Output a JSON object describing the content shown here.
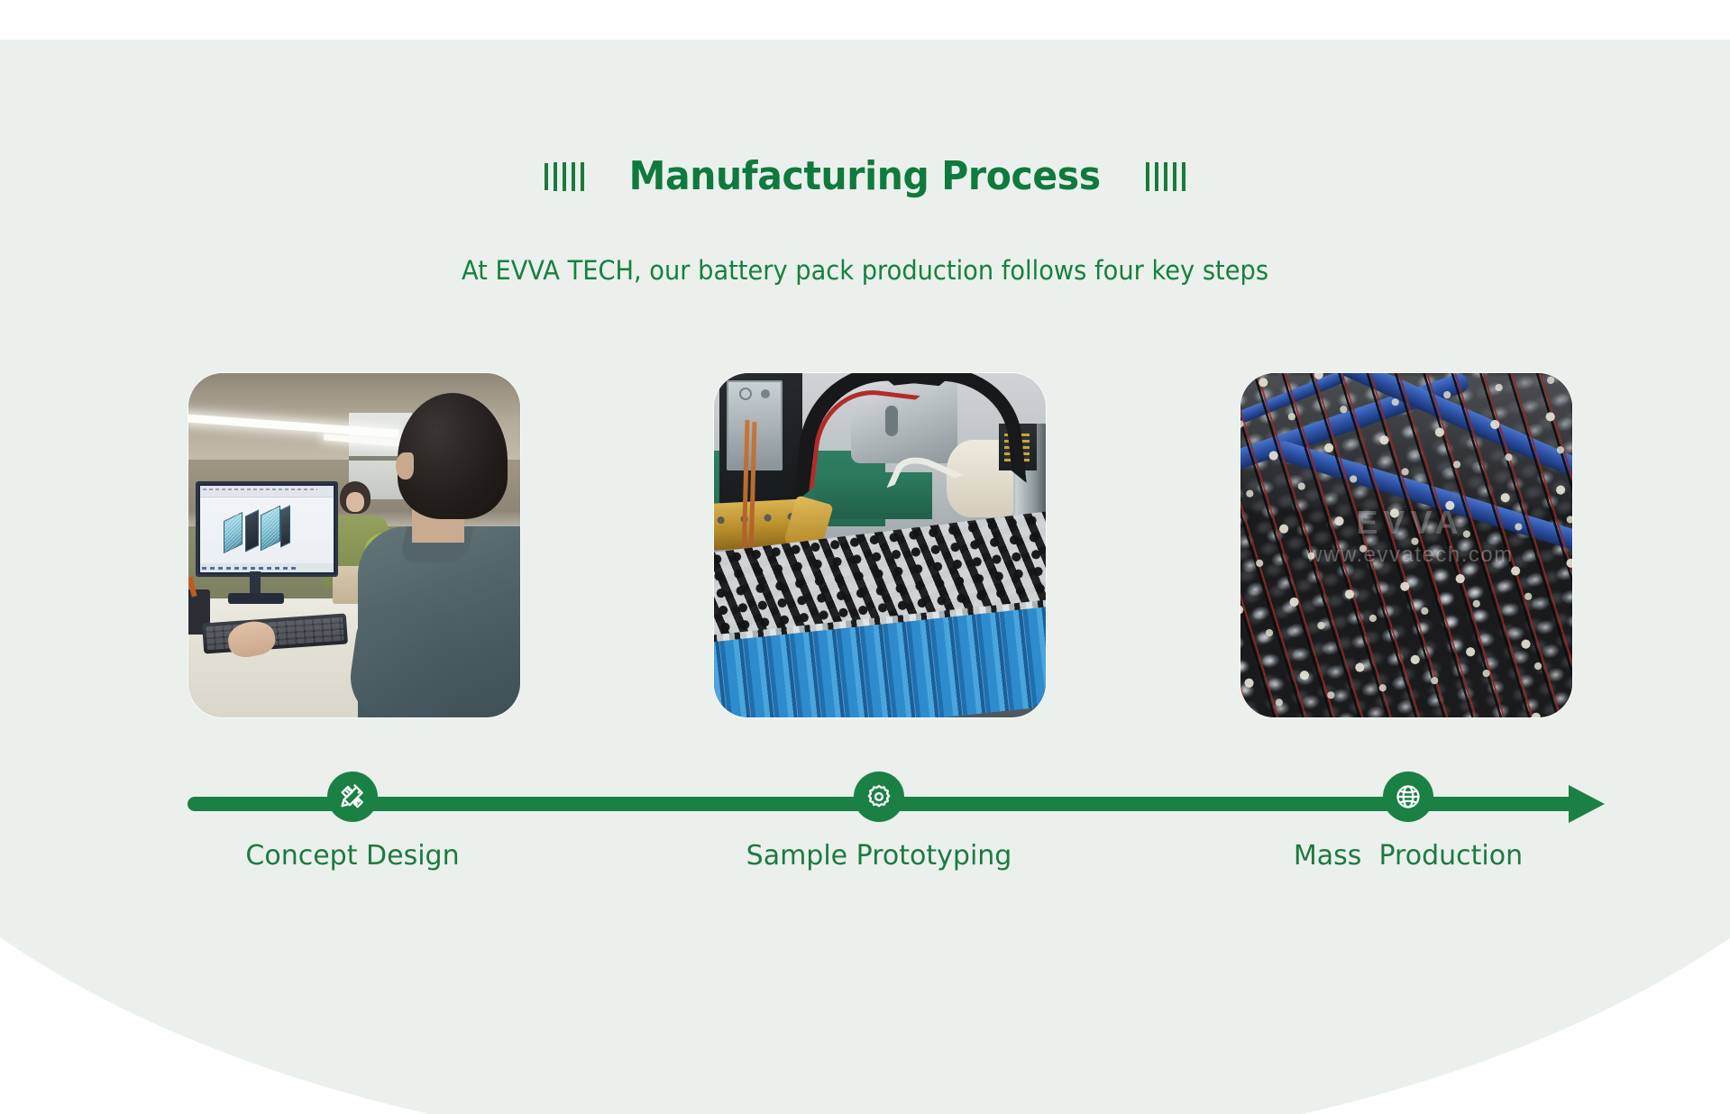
{
  "header": {
    "title": "Manufacturing Process",
    "subtitle": "At EVVA TECH, our battery pack production follows four key steps",
    "tick_count": 5,
    "title_color": "#0f7a3d",
    "subtitle_color": "#16803f"
  },
  "theme": {
    "page_background": "#ffffff",
    "panel_background": "#ebf0ec",
    "accent_green": "#1b8044",
    "text_green": "#1d7a3f"
  },
  "steps": [
    {
      "id": "concept-design",
      "label": "Concept Design",
      "icon": "pencil-ruler-icon",
      "image_alt": "Engineer at desk reviewing a 3D CAD battery module on a monitor in an office"
    },
    {
      "id": "sample-prototyping",
      "label": "Sample Prototyping",
      "icon": "gear-icon",
      "image_alt": "Spot welding machine joining nickel strips on a blue cylindrical cell battery pack"
    },
    {
      "id": "mass-production",
      "label": "Mass  Production",
      "icon": "globe-icon",
      "image_alt": "Rows of assembled battery packs with red and black wire harnesses on blue rails"
    }
  ],
  "watermark": {
    "logo": "EVVA",
    "url": "www.evvatech.com"
  }
}
